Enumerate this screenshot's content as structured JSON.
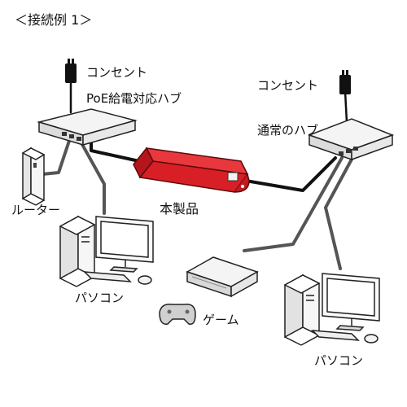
{
  "labels": {
    "title": "＜接続例 1＞",
    "outlet_left": "コンセント",
    "poe_hub": "PoE給電対応ハブ",
    "outlet_right": "コンセント",
    "normal_hub": "通常のハブ",
    "product": "本製品",
    "router": "ルーター",
    "pc_left": "パソコン",
    "game": "ゲーム",
    "pc_right": "パソコン"
  },
  "colors": {
    "product_red": "#d81f26",
    "cable_black": "#111111",
    "cable_gray": "#555555",
    "device_light": "#f2f2f2",
    "device_outline": "#222222"
  }
}
